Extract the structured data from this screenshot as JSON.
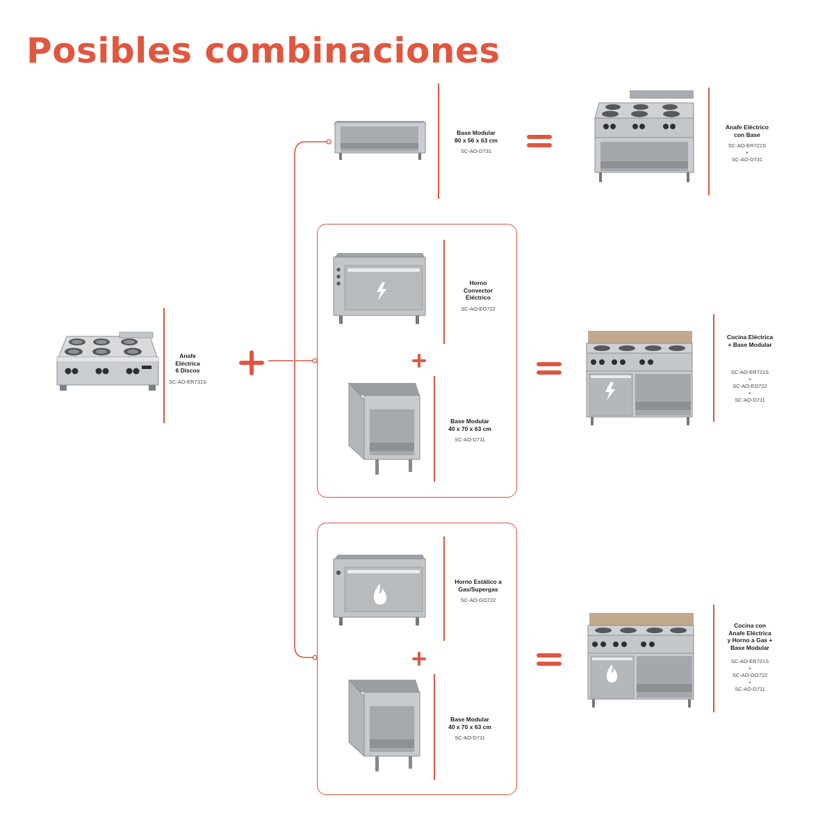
{
  "title": "Posibles combinaciones",
  "source": {
    "name_line1": "Anafe Eléctrica",
    "name_line2": "6 Discos",
    "code": "SC-AO-ER731S"
  },
  "option1": {
    "item": {
      "name_line1": "Base Modular",
      "name_line2": "80 x 56 x 63 cm",
      "code": "SC-AO-D731"
    },
    "result": {
      "name_line1": "Anafe Eléctrico",
      "name_line2": "con Base",
      "code1": "SC-AO-ER721S",
      "plus": "+",
      "code2": "SC-AO-D731"
    }
  },
  "option2": {
    "oven": {
      "name_line1": "Horno",
      "name_line2": "Convector",
      "name_line3": "Eléctrico",
      "code": "SC-AO-EO722"
    },
    "base": {
      "name_line1": "Base Modular",
      "name_line2": "40 x 70 x 63 cm",
      "code": "SC-AO-D711"
    },
    "result": {
      "name_line1": "Cocina Eléctrica",
      "name_line2": "+ Base Modular",
      "code1": "SC-AO-ER721S",
      "plus1": "+",
      "code2": "SC-AO-EO722",
      "plus2": "+",
      "code3": "SC-AO-D711"
    }
  },
  "option3": {
    "oven": {
      "name_line1": "Horno Estático a",
      "name_line2": "Gas/Supergas",
      "code": "SC-AO-GO722"
    },
    "base": {
      "name_line1": "Base Modular",
      "name_line2": "40 x 70 x 63 cm",
      "code": "SC-AO-D711"
    },
    "result": {
      "name_line1": "Cocina con",
      "name_line2": "Anafe Eléctrica",
      "name_line3": "y Horno a Gas +",
      "name_line4": "Base Modular",
      "code1": "SC-AO-ER721S",
      "plus1": "+",
      "code2": "SC-AO-GO722",
      "plus2": "+",
      "code3": "SC-AO-D711"
    }
  },
  "colors": {
    "accent": "#e0563f",
    "line": "#d9533c",
    "steel": "#b9bcbf"
  }
}
